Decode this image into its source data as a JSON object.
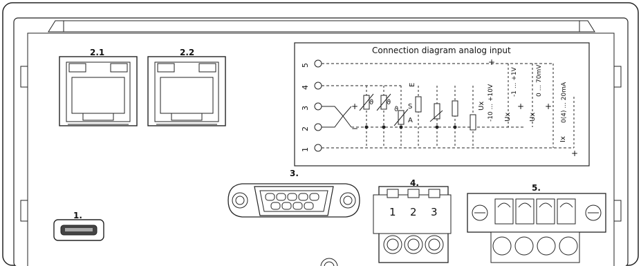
{
  "connectors": {
    "c21": "2.1",
    "c22": "2.2",
    "c3": "3.",
    "c4": "4.",
    "c5": "5.",
    "c1": "1."
  },
  "terminal4": {
    "pins": [
      "1",
      "2",
      "3"
    ]
  },
  "diagram": {
    "title": "Connection diagram analog input",
    "terminals": [
      "5",
      "4",
      "3",
      "2",
      "1"
    ],
    "plus": "+",
    "minus": "−",
    "theta": "ϑ",
    "letter_e": "E",
    "letter_s": "S",
    "letter_a": "A",
    "sig_ux_10v": "-10 ... +10V",
    "sig_ux_1v": "-1 ... +1V",
    "sig_ux_70mv": "0 ... 70mV",
    "sig_ix_20ma": "0(4) ... 20mA",
    "ux": "Ux",
    "ix": "Ix"
  }
}
